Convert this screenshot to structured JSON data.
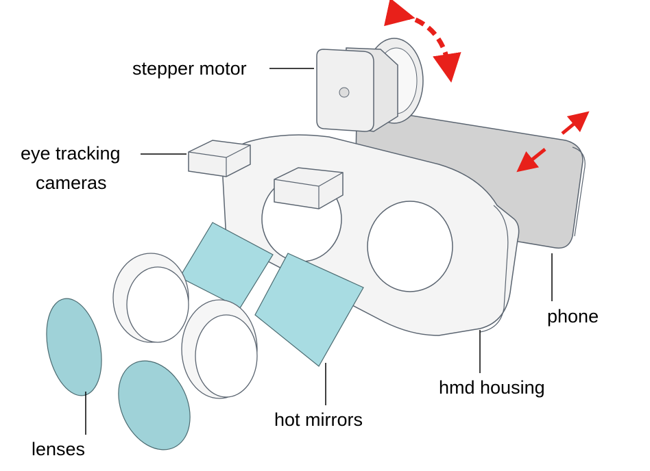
{
  "labels": {
    "stepper_motor": "stepper motor",
    "eye_tracking_line1": "eye tracking",
    "eye_tracking_line2": "cameras",
    "phone": "phone",
    "hmd_housing": "hmd housing",
    "hot_mirrors": "hot mirrors",
    "lenses": "lenses"
  },
  "colors": {
    "arrow": "#e8201a",
    "mirror": "#a8dce2",
    "lens": "#9fd2d8",
    "phone": "#d2d2d2",
    "part": "#f4f4f4",
    "outline": "#5a6470"
  }
}
